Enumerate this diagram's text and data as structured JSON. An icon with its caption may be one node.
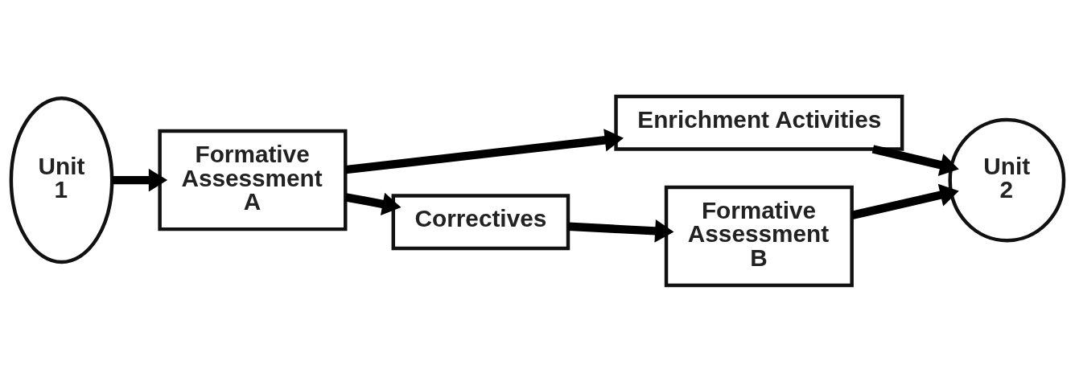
{
  "diagram": {
    "nodes": [
      {
        "text": [
          "Unit 1"
        ]
      },
      {
        "text": [
          "Formative Assessment A"
        ]
      },
      {
        "text": [
          "Enrichment Activities"
        ]
      },
      {
        "text": [
          "Correctives"
        ]
      },
      {
        "text": [
          "Formative Assessment B"
        ]
      },
      {
        "text": [
          "Unit 2"
        ]
      }
    ],
    "edges": [
      {
        "from": 0,
        "to": 1,
        "arrow": "to"
      },
      {
        "from": 1,
        "to": 2,
        "arrow": "to"
      },
      {
        "from": 1,
        "to": 3,
        "arrow": "to"
      },
      {
        "from": 2,
        "to": 5,
        "arrow": "to"
      },
      {
        "from": 3,
        "to": 4,
        "arrow": "to"
      },
      {
        "from": 4,
        "to": 5,
        "arrow": "to"
      }
    ]
  }
}
